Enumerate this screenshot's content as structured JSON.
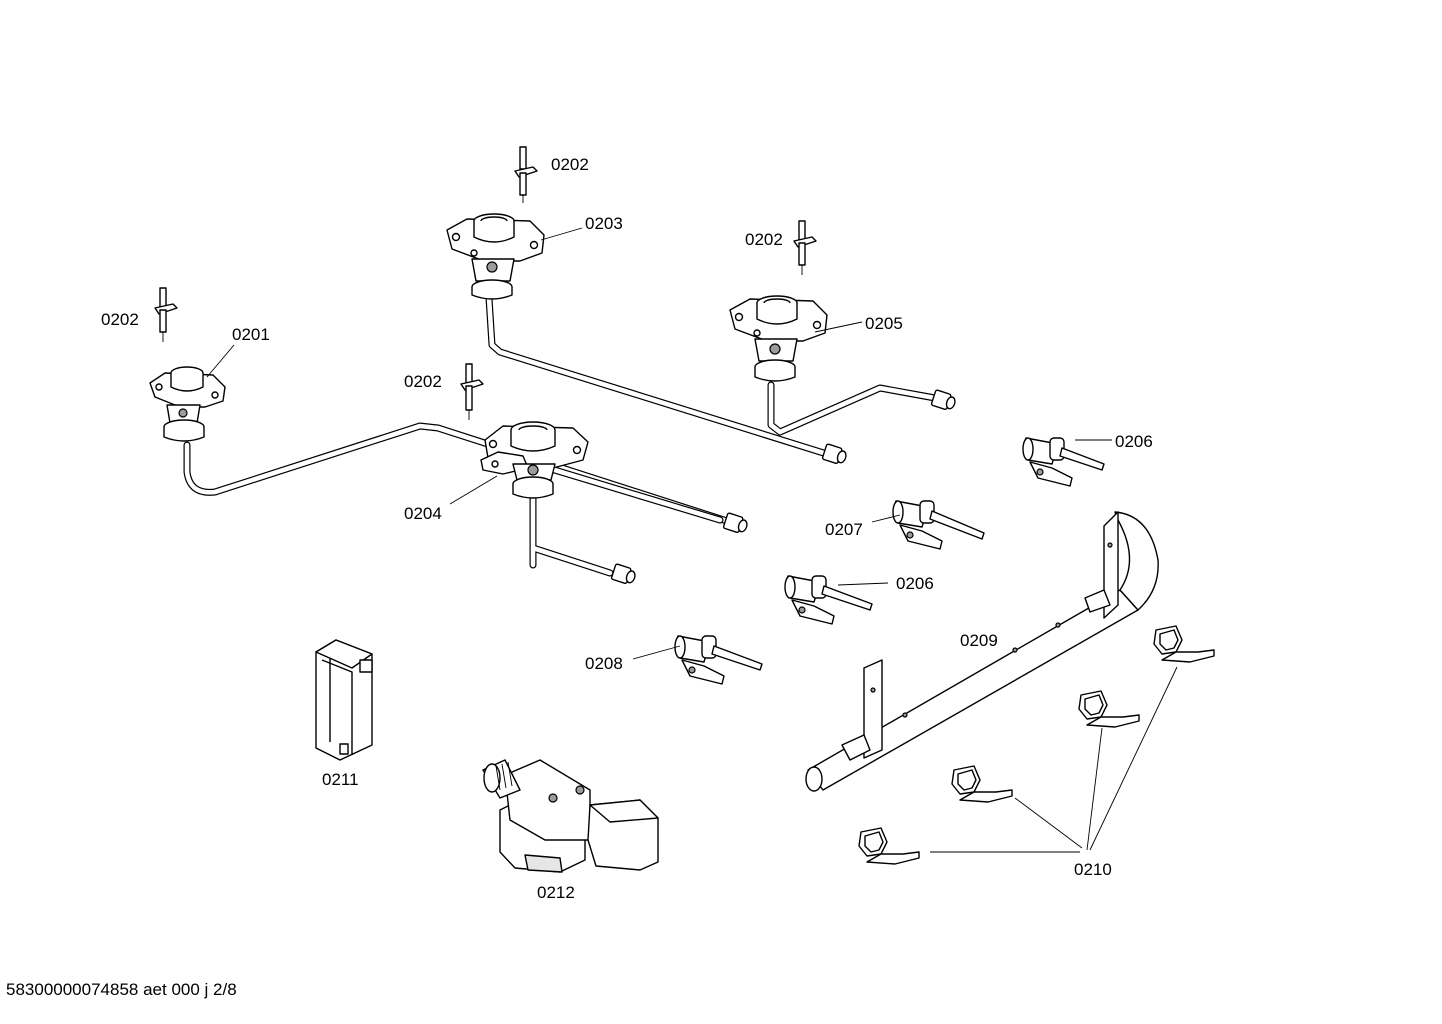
{
  "diagram": {
    "labels": {
      "l0201": "0201",
      "l0202a": "0202",
      "l0202b": "0202",
      "l0202c": "0202",
      "l0202d": "0202",
      "l0203": "0203",
      "l0204": "0204",
      "l0205": "0205",
      "l0206a": "0206",
      "l0206b": "0206",
      "l0207": "0207",
      "l0208": "0208",
      "l0209": "0209",
      "l0210": "0210",
      "l0211": "0211",
      "l0212": "0212"
    },
    "footer": "58300000074858 aet 000 j 2/8"
  }
}
